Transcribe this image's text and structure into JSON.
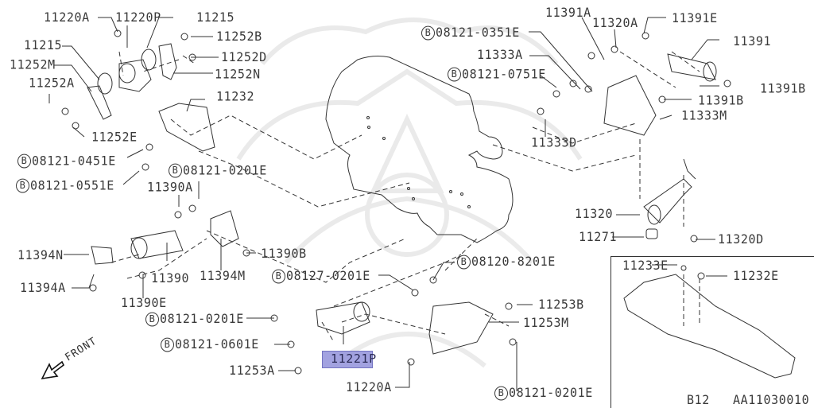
{
  "diagram": {
    "type": "exploded parts diagram",
    "subject": "Engine mounting",
    "highlighted_part": "11221P",
    "highlight_color": "#9999dd",
    "front_indicator": "FRONT",
    "inset": {
      "labels": {
        "clip_e": "11233E",
        "clip_e2": "11232E"
      },
      "footer_left": "B12",
      "footer_right": "AA11030010"
    },
    "bolt_prefix_symbol": "B",
    "labels": {
      "p11220A_top": "11220A",
      "p11220P": "11220P",
      "p11215_right": "11215",
      "p11252B": "11252B",
      "p11215_left": "11215",
      "p11252D": "11252D",
      "p11252M": "11252M",
      "p11252N": "11252N",
      "p11252A": "11252A",
      "p11232": "11232",
      "p11252E": "11252E",
      "b08121_0451E": "08121-0451E",
      "b08121_0551E": "08121-0551E",
      "b08121_0201E_a": "08121-0201E",
      "p11390A": "11390A",
      "p11394N": "11394N",
      "p11390": "11390",
      "p11394M": "11394M",
      "p11390B": "11390B",
      "p11394A": "11394A",
      "p11390E": "11390E",
      "b08127_0201E": "08127-0201E",
      "b08120_8201E": "08120-8201E",
      "b08121_0201E_b": "08121-0201E",
      "p11253B": "11253B",
      "p11253M": "11253M",
      "b08121_0601E": "08121-0601E",
      "p11221P": "11221P",
      "p11253A": "11253A",
      "p11220A_bottom": "11220A",
      "b08121_0201E_c": "08121-0201E",
      "p11391A": "11391A",
      "p11320A": "11320A",
      "p11391E": "11391E",
      "b08121_0351E": "08121-0351E",
      "p11391": "11391",
      "p11333A": "11333A",
      "b08121_0751E": "08121-0751E",
      "p11391B_a": "11391B",
      "p11391B_b": "11391B",
      "p11333M": "11333M",
      "p11333D": "11333D",
      "p11320": "11320",
      "p11271": "11271",
      "p11320D": "11320D"
    }
  }
}
